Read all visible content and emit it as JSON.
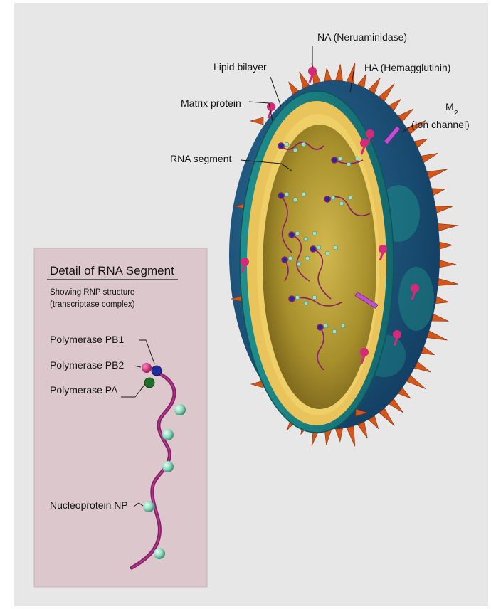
{
  "virus_labels": {
    "na": "NA (Neruaminidase)",
    "ha": "HA (Hemagglutinin)",
    "lipid": "Lipid bilayer",
    "matrix": "Matrix protein",
    "rna": "RNA segment",
    "m2_main": "M",
    "m2_sub": "2",
    "m2_desc": "(Ion channel)"
  },
  "detail": {
    "title": "Detail of RNA Segment",
    "subtitle_1": "Showing RNP structure",
    "subtitle_2": "(transcriptase complex)",
    "pb1": "Polymerase PB1",
    "pb2": "Polymerase PB2",
    "pa": "Polymerase PA",
    "np": "Nucleoprotein NP"
  },
  "colors": {
    "background": "#e7e7e7",
    "detail_box": "#dcc8cc",
    "outer_shell": "#17858a",
    "surface": "#1c5a82",
    "lipid_yellow": "#e8c45a",
    "interior": "#a8902e",
    "spike_orange": "#d5561a",
    "na_pink": "#d42a78",
    "rna_strand": "#8a1f6a",
    "np_green": "#9fe0c8",
    "pb1_blue": "#1e2d9a",
    "pb2_pink": "#c2357f",
    "pa_green": "#1f6f2a"
  }
}
